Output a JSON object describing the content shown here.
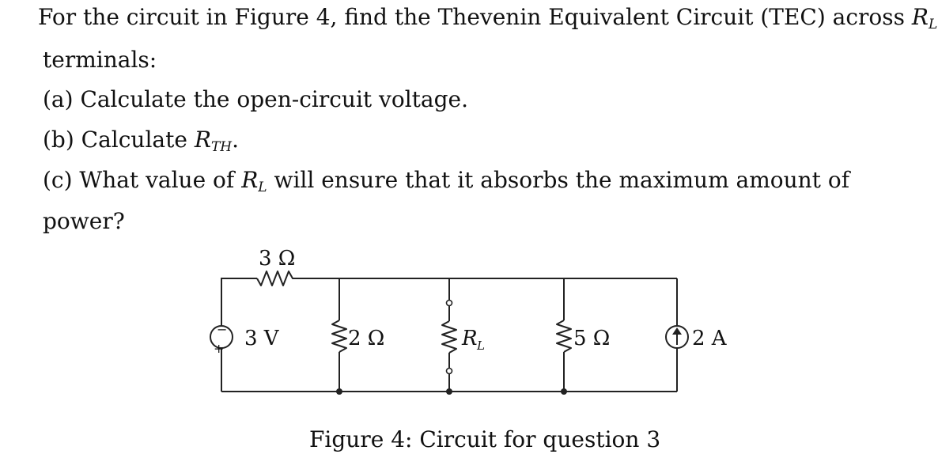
{
  "problem": {
    "intro_1": "For the circuit  in Figure 4, find the Thevenin Equivalent Circuit (TEC) across ",
    "intro_sym": "R",
    "intro_sub": "L",
    "intro_2": "terminals:",
    "part_a": "(a)  Calculate the open-circuit voltage.",
    "part_b_text": "(b)  Calculate ",
    "part_b_sym": "R",
    "part_b_sub": "TH",
    "part_b_end": ".",
    "part_c_1": "(c)  What value of ",
    "part_c_sym": "R",
    "part_c_sub": "L",
    "part_c_2": " will ensure that it absorbs the maximum amount of",
    "part_c_3": "power?"
  },
  "circuit": {
    "series_resistor": "3 Ω",
    "voltage_source": "3 V",
    "voltage_source_minus": "−",
    "voltage_source_plus": "+",
    "resistor_2": "2 Ω",
    "load_symbol": "R",
    "load_sub": "L",
    "resistor_5": "5 Ω",
    "current_source": "2 A"
  },
  "figure": {
    "caption": "Figure 4:  Circuit for question 3"
  }
}
